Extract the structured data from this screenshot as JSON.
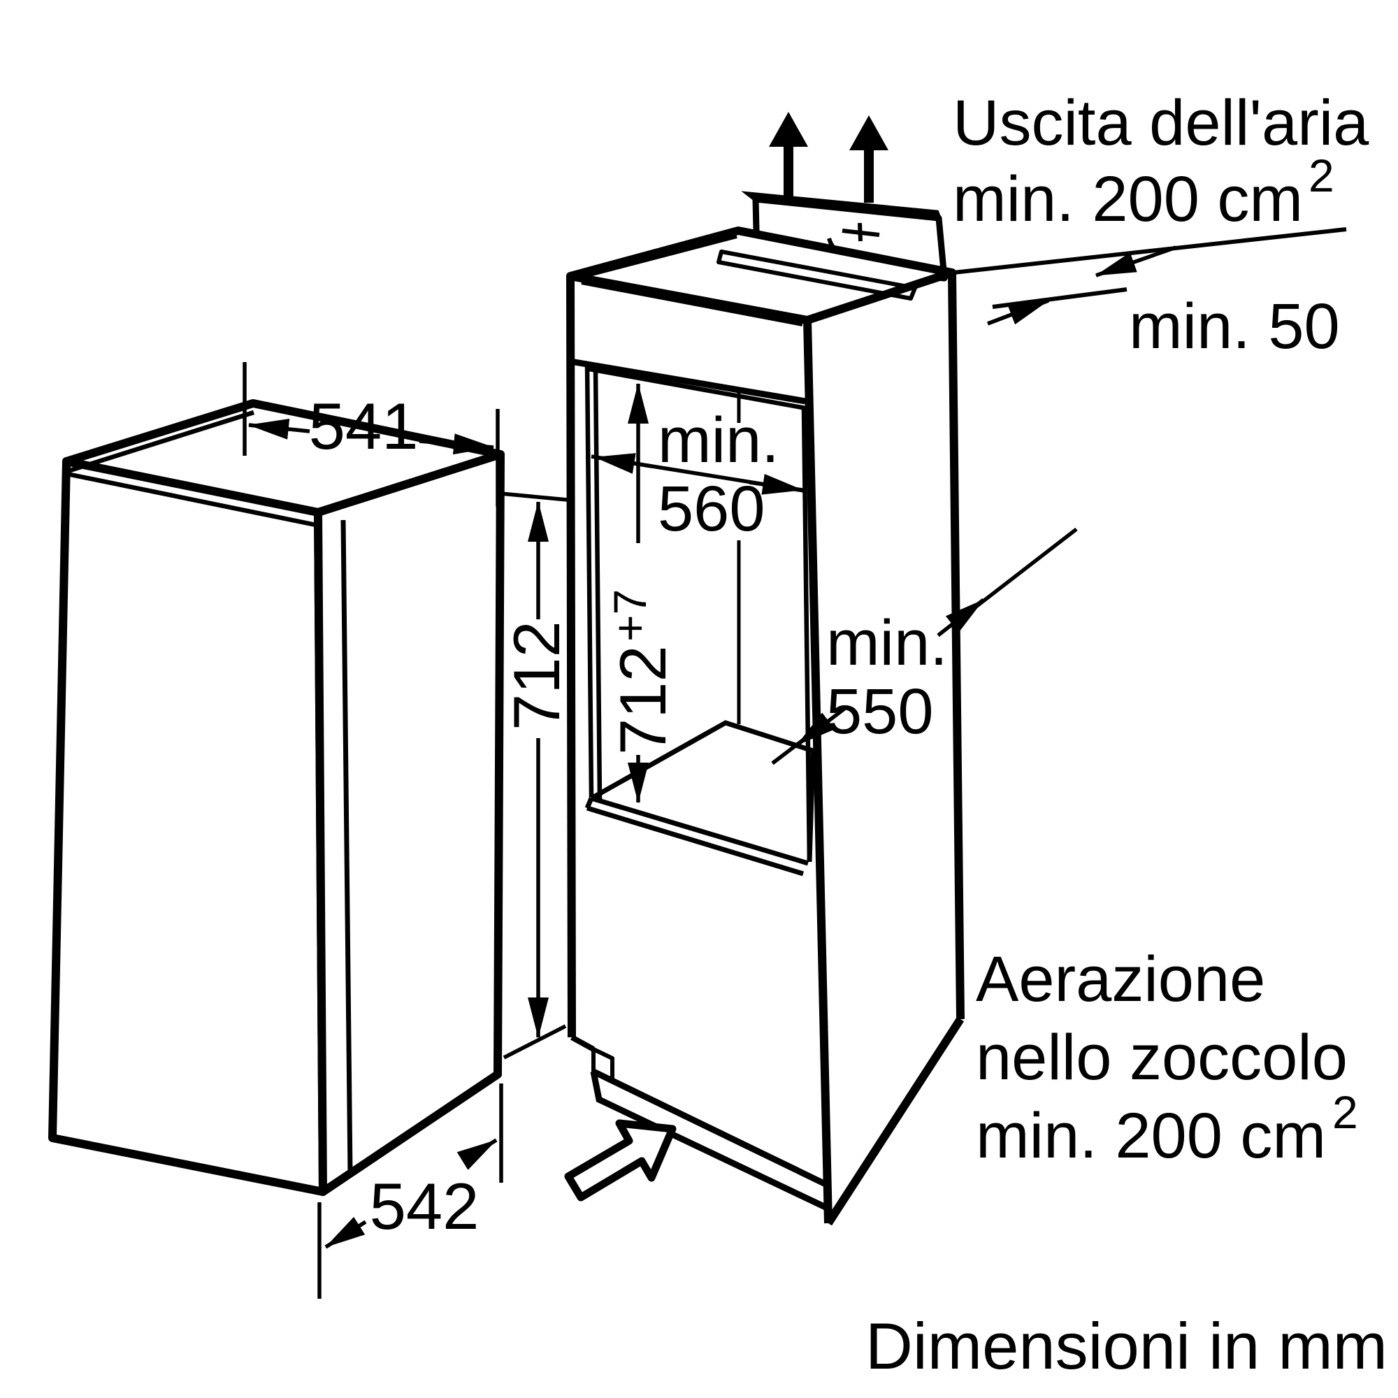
{
  "type": "appliance-installation-diagram",
  "units_note": "Dimensioni in mm",
  "labels": {
    "air_outlet_line1": "Uscita dell'aria",
    "air_outlet_line2": "min. 200 cm",
    "air_outlet_sup": "2",
    "top_gap": "min. 50",
    "appliance_width": "541",
    "appliance_height": "712",
    "appliance_depth": "542",
    "niche_width_word": "min.",
    "niche_width_value": "560",
    "niche_height_value": "712",
    "niche_height_tolerance": "+7",
    "niche_depth_word": "min.",
    "niche_depth_value": "550",
    "plinth_vent_line1": "Aerazione",
    "plinth_vent_line2": "nello zoccolo",
    "plinth_vent_line3": "min. 200 cm",
    "plinth_vent_sup": "2"
  }
}
